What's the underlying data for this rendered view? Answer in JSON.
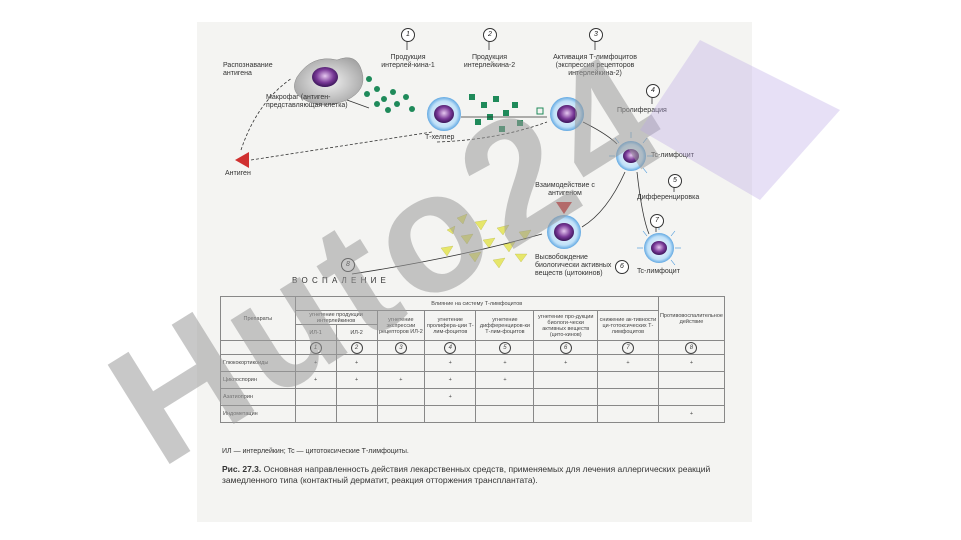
{
  "diagram": {
    "recognition": "Распознавание антигена",
    "macrophage": "Макрофаг (антиген-представляющая клетка)",
    "antigen": "Антиген",
    "t_helper": "Т-хелпер",
    "il1_production": "Продукция интерлей-кина-1",
    "il2_production": "Продукция интерлейкина-2",
    "activation": "Активация Т-лимфоцитов (экспрессия рецепторов интерлейкина-2)",
    "proliferation": "Пролиферация",
    "tc_lymphocyte_1": "Tc-лимфоцит",
    "differentiation": "Дифференцировка",
    "interaction": "Взаимодействие с антигеном",
    "release": "Высвобождение биологически активных веществ (цитокинов)",
    "tc_lymphocyte_2": "Tc-лимфоцит",
    "inflammation": "В О С П А Л Е Н И Е",
    "steps": [
      "1",
      "2",
      "3",
      "4",
      "5",
      "6",
      "7",
      "8"
    ]
  },
  "table": {
    "col_drugs": "Препараты",
    "col_influence": "Влияние на систему Т-лимфоцитов",
    "col_antiinflam": "Противовоспалительное действие",
    "sub_il": "угнетение продукции интерлейкинов",
    "il1": "ИЛ-1",
    "il2": "ИЛ-2",
    "h3": "угнетение экспрессии рецепторов ИЛ-2",
    "h4": "угнетение пролифера-ции Т-лим-фоцитов",
    "h5": "угнетение дифференциров-ки Т-лим-фоцитов",
    "h6": "угнетение про-дукции биологи-чески активных веществ (цито-кинов)",
    "h7": "снижение ак-тивности ци-тотоксических Т-лимфоцитов",
    "nums": [
      "1",
      "2",
      "3",
      "4",
      "5",
      "6",
      "7",
      "8"
    ],
    "rows": [
      {
        "name": "Глюкокортикоиды",
        "cells": [
          "+",
          "+",
          "",
          "+",
          "+",
          "+",
          "+",
          "+"
        ]
      },
      {
        "name": "Циклоспорин",
        "cells": [
          "+",
          "+",
          "+",
          "+",
          "+",
          "",
          "",
          ""
        ]
      },
      {
        "name": "Азатиоприн",
        "cells": [
          "",
          "",
          "",
          "+",
          "",
          "",
          "",
          ""
        ]
      },
      {
        "name": "Индометацин",
        "cells": [
          "",
          "",
          "",
          "",
          "",
          "",
          "",
          "+"
        ]
      }
    ]
  },
  "footnote": "ИЛ — интерлейкин; Tc — цитотоксические Т-лимфоциты.",
  "caption": {
    "label": "Рис. 27.3.",
    "text": "Основная направленность действия лекарственных средств, применяемых для лечения аллергических реакций замедленного типа (контактный дерматит, реакция отторжения трансплантата)."
  },
  "watermark": "Huto24",
  "colors": {
    "watermark_gray": "#9a9a9a",
    "watermark_purple": "#b9a6e6",
    "antigen_red": "#d03030",
    "dots_green": "#1f8a5a",
    "cell_blue": "#5aa6e6",
    "nucleus_purple": "#6a2a8a"
  }
}
